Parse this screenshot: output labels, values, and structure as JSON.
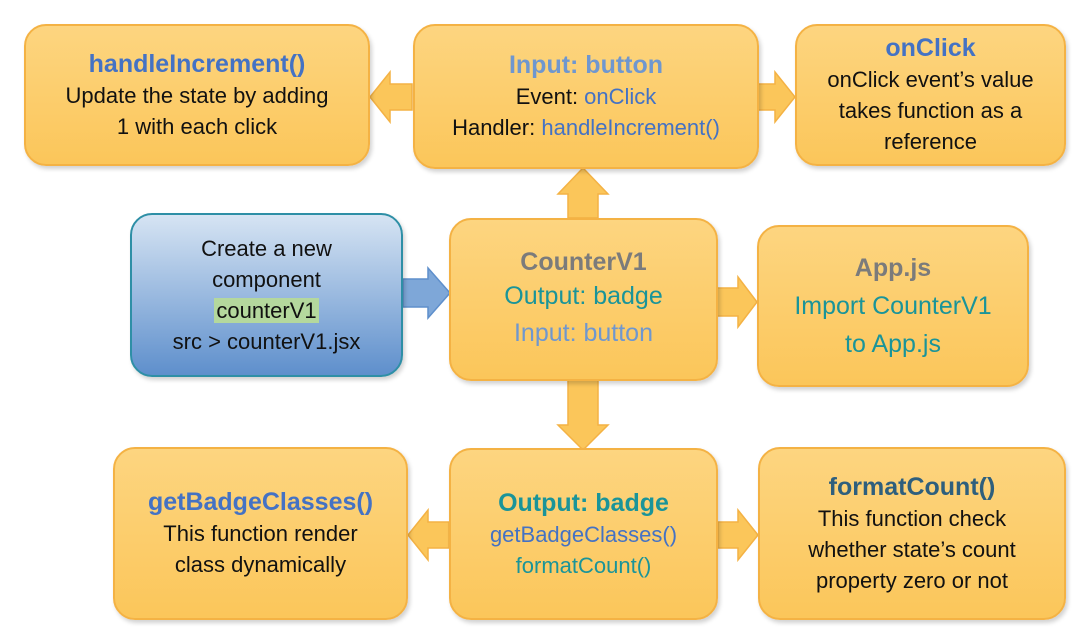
{
  "nodes": {
    "handle_increment": {
      "title": "handleIncrement()",
      "desc1": "Update the state by adding",
      "desc2": "1 with each click"
    },
    "input_button": {
      "title": "Input: button",
      "event_label": "Event: ",
      "event_value": "onClick",
      "handler_label": "Handler: ",
      "handler_value": "handleIncrement()"
    },
    "onclick": {
      "title": "onClick",
      "desc1": "onClick event’s value",
      "desc2": "takes function as a",
      "desc3": "reference"
    },
    "create_component": {
      "line1": "Create a new",
      "line2": "component",
      "highlight": "counterV1",
      "line4": "src > counterV1.jsx"
    },
    "counter_v1": {
      "title": "CounterV1",
      "output": "Output: badge",
      "input": "Input: button"
    },
    "app_js": {
      "title": "App.js",
      "line1": "Import CounterV1",
      "line2": "to App.js"
    },
    "get_badge_classes": {
      "title": "getBadgeClasses()",
      "desc1": "This function render",
      "desc2": "class dynamically"
    },
    "output_badge": {
      "title": "Output: badge",
      "line1": "getBadgeClasses()",
      "line2": "formatCount()"
    },
    "format_count": {
      "title": "formatCount()",
      "desc1": "This function check",
      "desc2": "whether state’s count",
      "desc3": "property zero or not"
    }
  },
  "colors": {
    "box_fill": "#fbc65a",
    "box_border": "#f4b244",
    "start_box_fill": "#5e8fcc",
    "title_blue": "#4472c4",
    "title_light_blue": "#6f97cf",
    "title_teal": "#1a9499",
    "title_gray": "#7b7b7b"
  }
}
